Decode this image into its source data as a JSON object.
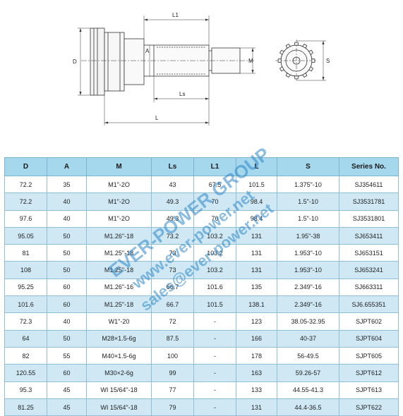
{
  "drawing": {
    "labels": {
      "l1": "L1",
      "d": "D",
      "a": "A",
      "m": "M",
      "ls": "Ls",
      "l": "L",
      "s": "S"
    }
  },
  "watermark": {
    "company": "EVER-POWER GROUP",
    "website": "www.ever-power.net",
    "email": "sales@ever-power.net",
    "color": "#2e86c8"
  },
  "table": {
    "header_color": "#a5d7ed",
    "stripe_color": "#cfe8f4",
    "columns": [
      "D",
      "A",
      "M",
      "Ls",
      "L1",
      "L",
      "S",
      "Series No."
    ],
    "rows": [
      [
        "72.2",
        "35",
        "M1\"-2O",
        "43",
        "67.5",
        "101.5",
        "1.375\"-10",
        "SJ354611"
      ],
      [
        "72.2",
        "40",
        "M1\"-2O",
        "49.3",
        "70",
        "98.4",
        "1.5\"-10",
        "SJ3531781"
      ],
      [
        "97.6",
        "40",
        "M1\"-2O",
        "49.3",
        "70",
        "98.4",
        "1.5\"-10",
        "SJ3531801"
      ],
      [
        "95.05",
        "50",
        "M1.26\"-18",
        "73.2",
        "103.2",
        "131",
        "1.95\"-38",
        "SJ653411"
      ],
      [
        "81",
        "50",
        "M1.25\"-18",
        "73",
        "103.2",
        "131",
        "1.953\"-10",
        "SJ653151"
      ],
      [
        "108",
        "50",
        "M1.25\"-18",
        "73",
        "103.2",
        "131",
        "1.953\"-10",
        "SJ653241"
      ],
      [
        "95.25",
        "60",
        "M1.26\"-16",
        "66.7",
        "101.6",
        "135",
        "2.349\"-16",
        "SJ663311"
      ],
      [
        "101.6",
        "60",
        "M1.25\"-18",
        "66.7",
        "101.5",
        "138.1",
        "2.349\"-16",
        "SJ6.655351"
      ],
      [
        "72.3",
        "40",
        "W1\"-20",
        "72",
        "-",
        "123",
        "38.05-32.95",
        "SJPT602"
      ],
      [
        "64",
        "50",
        "M28×1.5-6g",
        "87.5",
        "-",
        "166",
        "40-37",
        "SJPT604"
      ],
      [
        "82",
        "55",
        "M40×1.5-6g",
        "100",
        "-",
        "178",
        "56-49.5",
        "SJPT605"
      ],
      [
        "120.55",
        "60",
        "M30×2-6g",
        "99",
        "-",
        "163",
        "59.26-57",
        "SJPT612"
      ],
      [
        "95.3",
        "45",
        "WI  15/64\"-18",
        "77",
        "-",
        "133",
        "44.55-41.3",
        "SJPT613"
      ],
      [
        "81.25",
        "45",
        "WI  15/64\"-18",
        "79",
        "-",
        "131",
        "44.4-36.5",
        "SJPT622"
      ]
    ]
  }
}
